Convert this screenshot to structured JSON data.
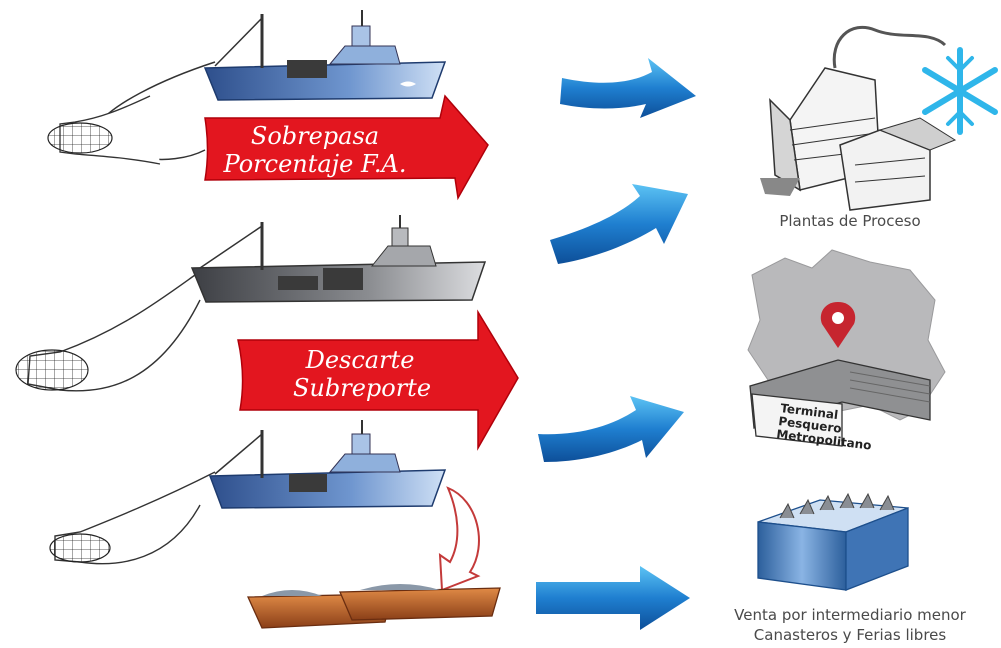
{
  "banners": {
    "top": {
      "line1": "Sobrepasa",
      "line2": "Porcentaje F.A."
    },
    "middle": {
      "line1": "Descarte",
      "line2": "Subreporte"
    }
  },
  "destinations": {
    "processing": {
      "caption": "Plantas de Proceso"
    },
    "terminal": {
      "sign_line1": "Terminal",
      "sign_line2": "Pesquero",
      "sign_line3": "Metropolitano"
    },
    "retail": {
      "caption_line1": "Venta por intermediario menor",
      "caption_line2": "Canasteros y Ferias libres"
    }
  },
  "colors": {
    "banner_red": "#e3161f",
    "arrow_blue": "#1f7fd0",
    "ship_blue": "#5f86bf",
    "ship_grey": "#7a7c80",
    "snowflake": "#2fb6ea",
    "map_grey": "#b9b9bb",
    "pin_red": "#c6252f",
    "boat_wood": "#c46a2e"
  },
  "icons": [
    "trawler-ship",
    "fishing-net",
    "flow-arrow",
    "factory",
    "snowflake",
    "map-pin",
    "fish-crate",
    "wooden-boat"
  ]
}
